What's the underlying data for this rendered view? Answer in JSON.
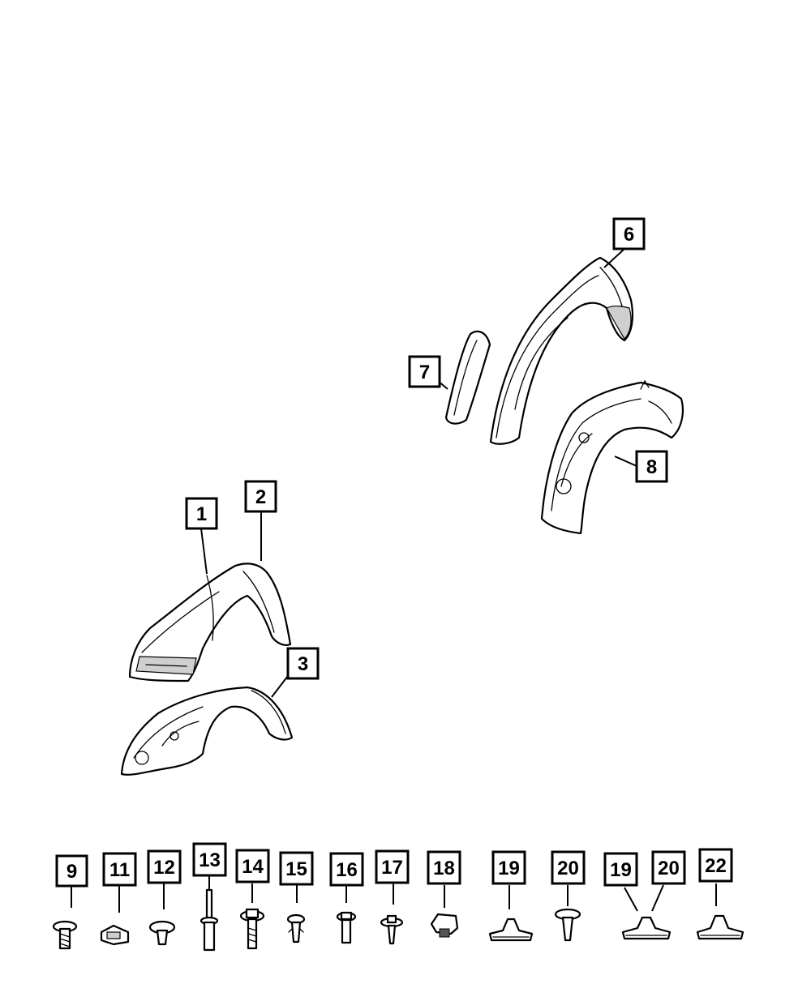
{
  "callouts": [
    {
      "id": "c1",
      "label": "1"
    },
    {
      "id": "c2",
      "label": "2"
    },
    {
      "id": "c3",
      "label": "3"
    },
    {
      "id": "c6",
      "label": "6"
    },
    {
      "id": "c7",
      "label": "7"
    },
    {
      "id": "c8",
      "label": "8"
    },
    {
      "id": "c9",
      "label": "9"
    },
    {
      "id": "c11",
      "label": "11"
    },
    {
      "id": "c12",
      "label": "12"
    },
    {
      "id": "c13",
      "label": "13"
    },
    {
      "id": "c14",
      "label": "14"
    },
    {
      "id": "c15",
      "label": "15"
    },
    {
      "id": "c16",
      "label": "16"
    },
    {
      "id": "c17",
      "label": "17"
    },
    {
      "id": "c18",
      "label": "18"
    },
    {
      "id": "c19a",
      "label": "19"
    },
    {
      "id": "c20a",
      "label": "20"
    },
    {
      "id": "c19b",
      "label": "19"
    },
    {
      "id": "c20b",
      "label": "20"
    },
    {
      "id": "c22",
      "label": "22"
    }
  ]
}
